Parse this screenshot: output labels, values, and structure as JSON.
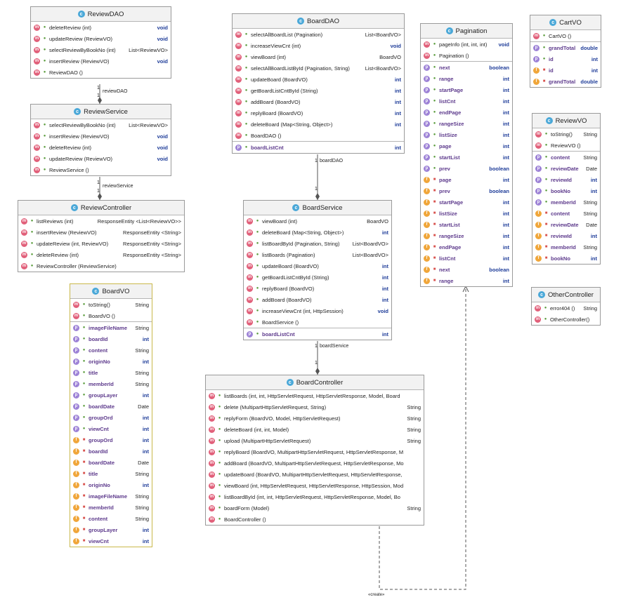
{
  "classes": {
    "reviewdao": {
      "name": "ReviewDAO",
      "rows": [
        {
          "k": "m",
          "n": "deleteReview (int)",
          "t": "void"
        },
        {
          "k": "m",
          "n": "updateReview (ReviewVO)",
          "t": "void"
        },
        {
          "k": "m",
          "n": "selectReviewByBookNo (int)",
          "t": "List<ReviewVO>"
        },
        {
          "k": "m",
          "n": "insertReview (ReviewVO)",
          "t": "void"
        },
        {
          "k": "m",
          "n": "ReviewDAO ()",
          "t": ""
        }
      ]
    },
    "reviewservice": {
      "name": "ReviewService",
      "rows": [
        {
          "k": "m",
          "n": "selectReviewByBookNo (int)",
          "t": "List<ReviewVO>"
        },
        {
          "k": "m",
          "n": "insertReview (ReviewVO)",
          "t": "void"
        },
        {
          "k": "m",
          "n": "deleteReview (int)",
          "t": "void"
        },
        {
          "k": "m",
          "n": "updateReview (ReviewVO)",
          "t": "void"
        },
        {
          "k": "m",
          "n": "ReviewService ()",
          "t": ""
        }
      ]
    },
    "reviewcontroller": {
      "name": "ReviewController",
      "rows": [
        {
          "k": "m",
          "n": "listReviews (int)",
          "t": "ResponseEntity <List<ReviewVO>>"
        },
        {
          "k": "m",
          "n": "insertReview (ReviewVO)",
          "t": "ResponseEntity <String>"
        },
        {
          "k": "m",
          "n": "updateReview (int, ReviewVO)",
          "t": "ResponseEntity <String>"
        },
        {
          "k": "m",
          "n": "deleteReview (int)",
          "t": "ResponseEntity <String>"
        },
        {
          "k": "m",
          "n": "ReviewController (ReviewService)",
          "t": ""
        }
      ]
    },
    "boardvo": {
      "name": "BoardVO",
      "rows": [
        {
          "k": "m",
          "n": "toString()",
          "t": "String"
        },
        {
          "k": "m",
          "n": "BoardVO ()",
          "t": ""
        },
        {
          "k": "p",
          "n": "imageFileName",
          "t": "String",
          "sep": true
        },
        {
          "k": "p",
          "n": "boardId",
          "t": "int"
        },
        {
          "k": "p",
          "n": "content",
          "t": "String"
        },
        {
          "k": "p",
          "n": "originNo",
          "t": "int"
        },
        {
          "k": "p",
          "n": "title",
          "t": "String"
        },
        {
          "k": "p",
          "n": "memberId",
          "t": "String"
        },
        {
          "k": "p",
          "n": "groupLayer",
          "t": "int"
        },
        {
          "k": "p",
          "n": "boardDate",
          "t": "Date"
        },
        {
          "k": "p",
          "n": "groupOrd",
          "t": "int"
        },
        {
          "k": "p",
          "n": "viewCnt",
          "t": "int"
        },
        {
          "k": "f",
          "n": "groupOrd",
          "t": "int"
        },
        {
          "k": "f",
          "n": "boardId",
          "t": "int"
        },
        {
          "k": "f",
          "n": "boardDate",
          "t": "Date"
        },
        {
          "k": "f",
          "n": "title",
          "t": "String"
        },
        {
          "k": "f",
          "n": "originNo",
          "t": "int"
        },
        {
          "k": "f",
          "n": "imageFileName",
          "t": "String"
        },
        {
          "k": "f",
          "n": "memberId",
          "t": "String"
        },
        {
          "k": "f",
          "n": "content",
          "t": "String"
        },
        {
          "k": "f",
          "n": "groupLayer",
          "t": "int"
        },
        {
          "k": "f",
          "n": "viewCnt",
          "t": "int"
        }
      ]
    },
    "boarddao": {
      "name": "BoardDAO",
      "rows": [
        {
          "k": "m",
          "n": "selectAllBoardList (Pagination)",
          "t": "List<BoardVO>"
        },
        {
          "k": "m",
          "n": "increaseViewCnt (int)",
          "t": "void"
        },
        {
          "k": "m",
          "n": "viewBoard (int)",
          "t": "BoardVO"
        },
        {
          "k": "m",
          "n": "selectAllBoardListById (Pagination, String)",
          "t": "List<BoardVO>"
        },
        {
          "k": "m",
          "n": "updateBoard (BoardVO)",
          "t": "int"
        },
        {
          "k": "m",
          "n": "getBoardListCntById (String)",
          "t": "int"
        },
        {
          "k": "m",
          "n": "addBoard (BoardVO)",
          "t": "int"
        },
        {
          "k": "m",
          "n": "replyBoard (BoardVO)",
          "t": "int"
        },
        {
          "k": "m",
          "n": "deleteBoard (Map<String, Object>)",
          "t": "int"
        },
        {
          "k": "m",
          "n": "BoardDAO ()",
          "t": ""
        },
        {
          "k": "p",
          "n": "boardListCnt",
          "t": "int",
          "sep": true
        }
      ]
    },
    "boardservice": {
      "name": "BoardService",
      "rows": [
        {
          "k": "m",
          "n": "viewBoard (int)",
          "t": "BoardVO"
        },
        {
          "k": "m",
          "n": "deleteBoard (Map<String, Object>)",
          "t": "int"
        },
        {
          "k": "m",
          "n": "listBoardById (Pagination, String)",
          "t": "List<BoardVO>"
        },
        {
          "k": "m",
          "n": "listBoards (Pagination)",
          "t": "List<BoardVO>"
        },
        {
          "k": "m",
          "n": "updateBoard (BoardVO)",
          "t": "int"
        },
        {
          "k": "m",
          "n": "getBoardListCntById (String)",
          "t": "int"
        },
        {
          "k": "m",
          "n": "replyBoard (BoardVO)",
          "t": "int"
        },
        {
          "k": "m",
          "n": "addBoard (BoardVO)",
          "t": "int"
        },
        {
          "k": "m",
          "n": "increaseViewCnt (int, HttpSession)",
          "t": "void"
        },
        {
          "k": "m",
          "n": "BoardService ()",
          "t": ""
        },
        {
          "k": "p",
          "n": "boardListCnt",
          "t": "int",
          "sep": true
        }
      ]
    },
    "boardcontroller": {
      "name": "BoardController",
      "rows": [
        {
          "k": "m",
          "n": "listBoards (int, int, HttpServletRequest, HttpServletResponse, Model, Board",
          "t": ""
        },
        {
          "k": "m",
          "n": "delete (MultipartHttpServletRequest, String)",
          "t": "String"
        },
        {
          "k": "m",
          "n": "replyForm (BoardVO, Model, HttpServletRequest)",
          "t": "String"
        },
        {
          "k": "m",
          "n": "deleteBoard (int, int, Model)",
          "t": "String"
        },
        {
          "k": "m",
          "n": "upload (MultipartHttpServletRequest)",
          "t": "String"
        },
        {
          "k": "m",
          "n": "replyBoard (BoardVO, MultipartHttpServletRequest, HttpServletResponse, M",
          "t": ""
        },
        {
          "k": "m",
          "n": "addBoard (BoardVO, MultipartHttpServletRequest, HttpServletResponse, Mo",
          "t": ""
        },
        {
          "k": "m",
          "n": "updateBoard (BoardVO, MultipartHttpServletRequest, HttpServletResponse,",
          "t": ""
        },
        {
          "k": "m",
          "n": "viewBoard (int, HttpServletRequest, HttpServletResponse, HttpSession, Mod",
          "t": ""
        },
        {
          "k": "m",
          "n": "listBoardById (int, int, HttpServletRequest, HttpServletResponse, Model, Bo",
          "t": ""
        },
        {
          "k": "m",
          "n": "boardForm (Model)",
          "t": "String"
        },
        {
          "k": "m",
          "n": "BoardController ()",
          "t": ""
        }
      ]
    },
    "pagination": {
      "name": "Pagination",
      "rows": [
        {
          "k": "m",
          "n": "pageInfo (int, int, int)",
          "t": "void"
        },
        {
          "k": "m",
          "n": "Pagination ()",
          "t": ""
        },
        {
          "k": "p",
          "n": "next",
          "t": "boolean",
          "sep": true
        },
        {
          "k": "p",
          "n": "range",
          "t": "int"
        },
        {
          "k": "p",
          "n": "startPage",
          "t": "int"
        },
        {
          "k": "p",
          "n": "listCnt",
          "t": "int"
        },
        {
          "k": "p",
          "n": "endPage",
          "t": "int"
        },
        {
          "k": "p",
          "n": "rangeSize",
          "t": "int"
        },
        {
          "k": "p",
          "n": "listSize",
          "t": "int"
        },
        {
          "k": "p",
          "n": "page",
          "t": "int"
        },
        {
          "k": "p",
          "n": "startList",
          "t": "int"
        },
        {
          "k": "p",
          "n": "prev",
          "t": "boolean"
        },
        {
          "k": "f",
          "n": "page",
          "t": "int"
        },
        {
          "k": "f",
          "n": "prev",
          "t": "boolean"
        },
        {
          "k": "f",
          "n": "startPage",
          "t": "int"
        },
        {
          "k": "f",
          "n": "listSize",
          "t": "int"
        },
        {
          "k": "f",
          "n": "startList",
          "t": "int"
        },
        {
          "k": "f",
          "n": "rangeSize",
          "t": "int"
        },
        {
          "k": "f",
          "n": "endPage",
          "t": "int"
        },
        {
          "k": "f",
          "n": "listCnt",
          "t": "int"
        },
        {
          "k": "f",
          "n": "next",
          "t": "boolean"
        },
        {
          "k": "f",
          "n": "range",
          "t": "int"
        }
      ]
    },
    "cartvo": {
      "name": "CartVO",
      "rows": [
        {
          "k": "m",
          "n": "CartVO ()",
          "t": ""
        },
        {
          "k": "p",
          "n": "grandTotal",
          "t": "double",
          "sep": true
        },
        {
          "k": "p",
          "n": "id",
          "t": "int"
        },
        {
          "k": "f",
          "n": "id",
          "t": "int"
        },
        {
          "k": "f",
          "n": "grandTotal",
          "t": "double"
        }
      ]
    },
    "reviewvo": {
      "name": "ReviewVO",
      "rows": [
        {
          "k": "m",
          "n": "toString()",
          "t": "String"
        },
        {
          "k": "m",
          "n": "ReviewVO ()",
          "t": ""
        },
        {
          "k": "p",
          "n": "content",
          "t": "String",
          "sep": true
        },
        {
          "k": "p",
          "n": "reviewDate",
          "t": "Date"
        },
        {
          "k": "p",
          "n": "reviewId",
          "t": "int"
        },
        {
          "k": "p",
          "n": "bookNo",
          "t": "int"
        },
        {
          "k": "p",
          "n": "memberId",
          "t": "String"
        },
        {
          "k": "f",
          "n": "content",
          "t": "String"
        },
        {
          "k": "f",
          "n": "reviewDate",
          "t": "Date"
        },
        {
          "k": "f",
          "n": "reviewId",
          "t": "int"
        },
        {
          "k": "f",
          "n": "memberId",
          "t": "String"
        },
        {
          "k": "f",
          "n": "bookNo",
          "t": "int"
        }
      ]
    },
    "othercontroller": {
      "name": "OtherController",
      "rows": [
        {
          "k": "m",
          "n": "error404 ()",
          "t": "String"
        },
        {
          "k": "m",
          "n": "OtherController()",
          "t": ""
        }
      ]
    }
  },
  "edges": {
    "reviewdao": {
      "mult": "1",
      "role": "reviewDAO"
    },
    "reviewservice": {
      "mult": "1",
      "role": "reviewService"
    },
    "boarddao": {
      "mult": "1",
      "role": "boardDAO"
    },
    "boardservice": {
      "mult": "1",
      "role": "boardService"
    },
    "multiplicity_end": "1",
    "create": "«create»"
  },
  "icons": {
    "class": "class-icon",
    "method": "method-icon",
    "property": "property-icon",
    "field": "field-icon"
  },
  "colors": {
    "class_icon": "#4aa8d8",
    "method": "#e1607a",
    "property": "#9d82d6",
    "field": "#f0a63a",
    "keyword": "#1f3d99",
    "selected": "#c9b84a"
  }
}
